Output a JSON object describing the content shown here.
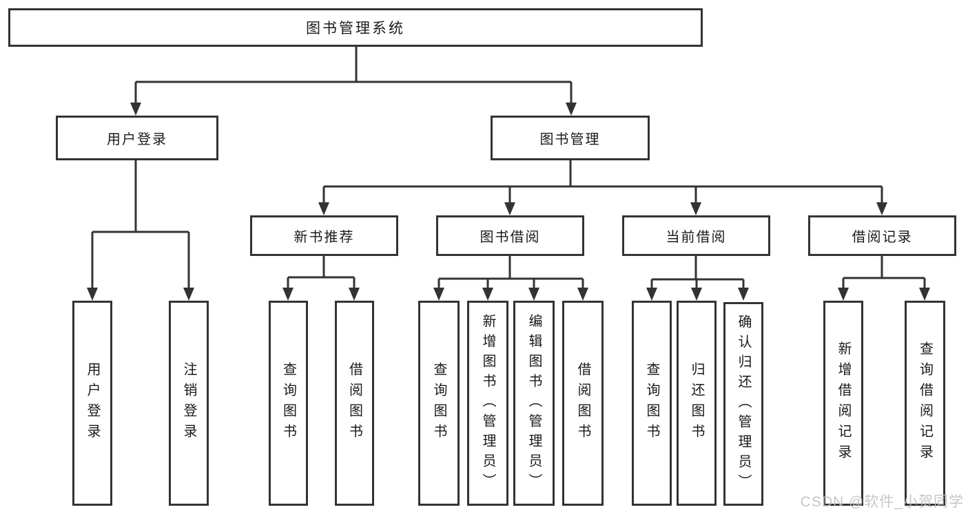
{
  "watermark": {
    "text": "CSDN @软件_小贺同学"
  },
  "colors": {
    "line": "#333333",
    "text": "#1a1a1a",
    "watermark": "#c0c0c0",
    "background": "#ffffff"
  },
  "tree": {
    "root": "图书管理系统",
    "branches": [
      {
        "label": "用户登录",
        "children": [
          "用户登录",
          "注销登录"
        ]
      },
      {
        "label": "图书管理",
        "groups": [
          {
            "label": "新书推荐",
            "children": [
              "查询图书",
              "借阅图书"
            ]
          },
          {
            "label": "图书借阅",
            "children": [
              "查询图书",
              "新增图书（管理员）",
              "编辑图书（管理员）",
              "借阅图书"
            ]
          },
          {
            "label": "当前借阅",
            "children": [
              "查询图书",
              "归还图书",
              "确认归还（管理员）"
            ]
          },
          {
            "label": "借阅记录",
            "children": [
              "新增借阅记录",
              "查询借阅记录"
            ]
          }
        ]
      }
    ]
  }
}
